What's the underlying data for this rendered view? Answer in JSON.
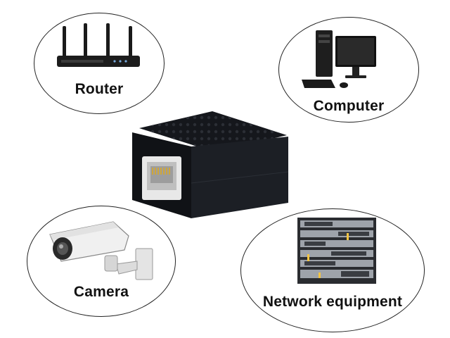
{
  "labels": {
    "router": "Router",
    "computer": "Computer",
    "camera": "Camera",
    "network": "Network equipment"
  },
  "icons": {
    "router": "router-icon",
    "computer": "desktop-computer-icon",
    "camera": "security-camera-icon",
    "network": "server-rack-icon",
    "center": "rj45-coupler-icon"
  },
  "colors": {
    "outline": "#222222",
    "coupler": "#1b1d22",
    "label": "#111111"
  }
}
